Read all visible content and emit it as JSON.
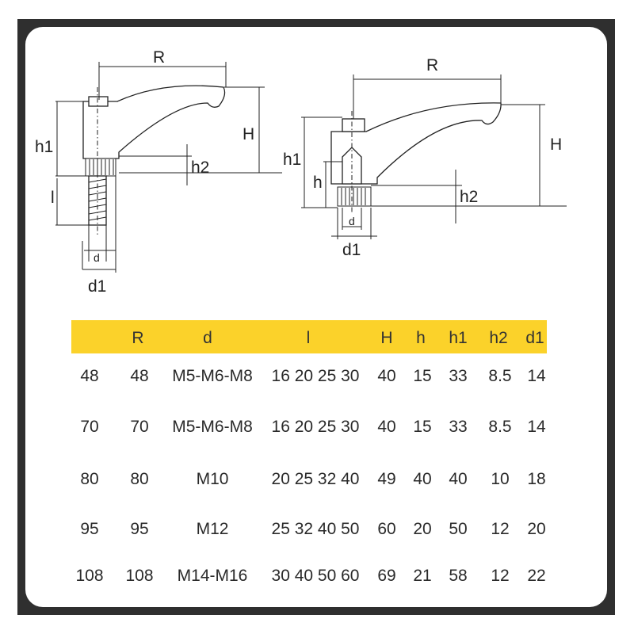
{
  "drawing_labels": {
    "left": {
      "R": "R",
      "H": "H",
      "h1": "h1",
      "h2": "h2",
      "l": "l",
      "d": "d",
      "d1": "d1"
    },
    "right": {
      "R": "R",
      "H": "H",
      "h1": "h1",
      "h": "h",
      "h2": "h2",
      "d": "d",
      "d1": "d1"
    }
  },
  "table": {
    "headers": [
      "",
      "R",
      "d",
      "l",
      "H",
      "h",
      "h1",
      "h2",
      "d1"
    ],
    "rows": [
      [
        "48",
        "48",
        "M5-M6-M8",
        "16 20 25 30",
        "40",
        "15",
        "33",
        "8.5",
        "14"
      ],
      [
        "70",
        "70",
        "M5-M6-M8",
        "16 20 25 30",
        "40",
        "15",
        "33",
        "8.5",
        "14"
      ],
      [
        "80",
        "80",
        "M10",
        "20 25 32 40",
        "49",
        "40",
        "40",
        "10",
        "18"
      ],
      [
        "95",
        "95",
        "M12",
        "25 32 40 50",
        "60",
        "20",
        "50",
        "12",
        "20"
      ],
      [
        "108",
        "108",
        "M14-M16",
        "30 40 50 60",
        "69",
        "21",
        "58",
        "12",
        "22"
      ]
    ]
  },
  "colors": {
    "header_bar": "#fbd22a",
    "frame": "#2f2f2f",
    "background": "#ffffff"
  }
}
